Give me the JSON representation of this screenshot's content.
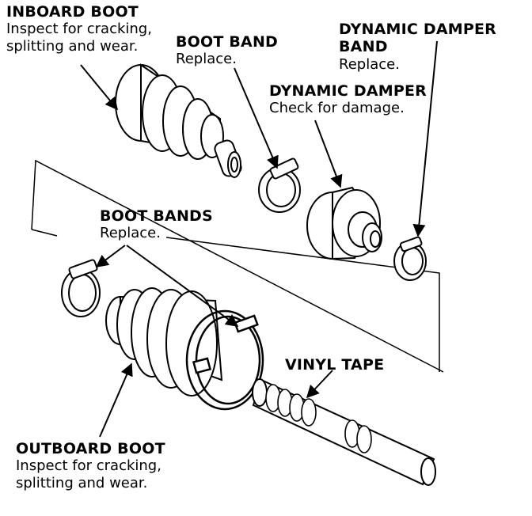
{
  "labels": {
    "inboard_boot": {
      "title": "INBOARD BOOT",
      "line1": "Inspect for cracking,",
      "line2": "splitting and wear."
    },
    "boot_band": {
      "title": "BOOT BAND",
      "note": "Replace."
    },
    "dynamic_damper_band": {
      "title1": "DYNAMIC DAMPER",
      "title2": "BAND",
      "note": "Replace."
    },
    "dynamic_damper": {
      "title": "DYNAMIC DAMPER",
      "note": "Check for damage."
    },
    "boot_bands": {
      "title": "BOOT BANDS",
      "note": "Replace."
    },
    "vinyl_tape": {
      "title": "VINYL TAPE"
    },
    "outboard_boot": {
      "title": "OUTBOARD BOOT",
      "line1": "Inspect for cracking,",
      "line2": "splitting and wear."
    }
  },
  "colors": {
    "ink": "#000000",
    "paper": "#ffffff"
  }
}
